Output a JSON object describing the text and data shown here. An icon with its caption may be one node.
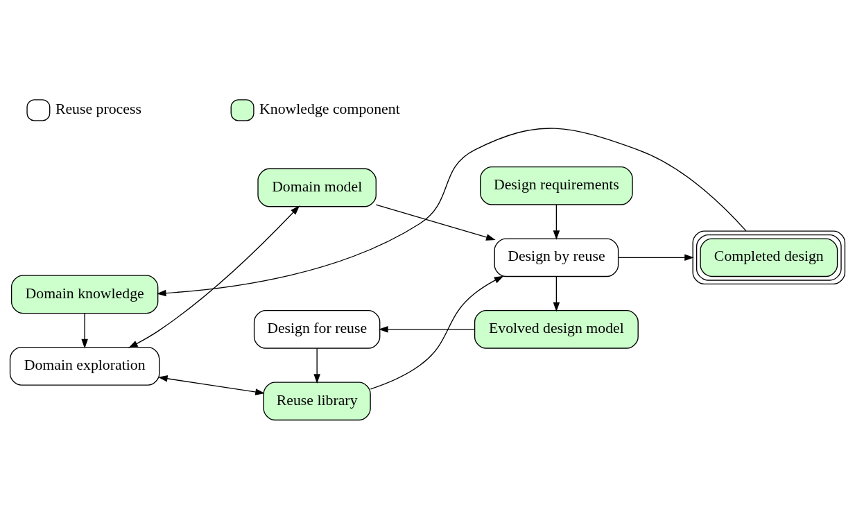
{
  "diagram": {
    "nodes": [
      {
        "text": [
          "Domain knowledge"
        ]
      },
      {
        "text": [
          "Design requirements"
        ]
      },
      {
        "text": [
          "Domain model"
        ]
      },
      {
        "text": [
          "Domain exploration"
        ]
      },
      {
        "text": [
          "Design by reuse"
        ]
      },
      {
        "text": [
          "Completed design"
        ]
      },
      {
        "text": [
          "Reuse library"
        ]
      },
      {
        "text": [
          "Evolved design model"
        ]
      },
      {
        "text": [
          "Design for reuse"
        ]
      }
    ],
    "edges": [
      {
        "from": 0,
        "to": 3,
        "arrow": "to"
      },
      {
        "from": 3,
        "to": 2,
        "arrow": "both"
      },
      {
        "from": 3,
        "to": 6,
        "arrow": "both"
      },
      {
        "from": 2,
        "to": 4,
        "arrow": "to"
      },
      {
        "from": 6,
        "to": 4,
        "arrow": "to"
      },
      {
        "from": 1,
        "to": 4,
        "arrow": "to"
      },
      {
        "from": 4,
        "to": 5,
        "arrow": "to"
      },
      {
        "from": 5,
        "to": 0,
        "arrow": "to"
      },
      {
        "from": 4,
        "to": 7,
        "arrow": "to"
      },
      {
        "from": 7,
        "to": 8,
        "arrow": "to"
      },
      {
        "from": 8,
        "to": 6,
        "arrow": "to"
      }
    ],
    "legend": [
      {
        "text": "Reuse process",
        "color": "#ffffff"
      },
      {
        "text": "Knowledge component",
        "color": "#ccffcc"
      }
    ]
  }
}
